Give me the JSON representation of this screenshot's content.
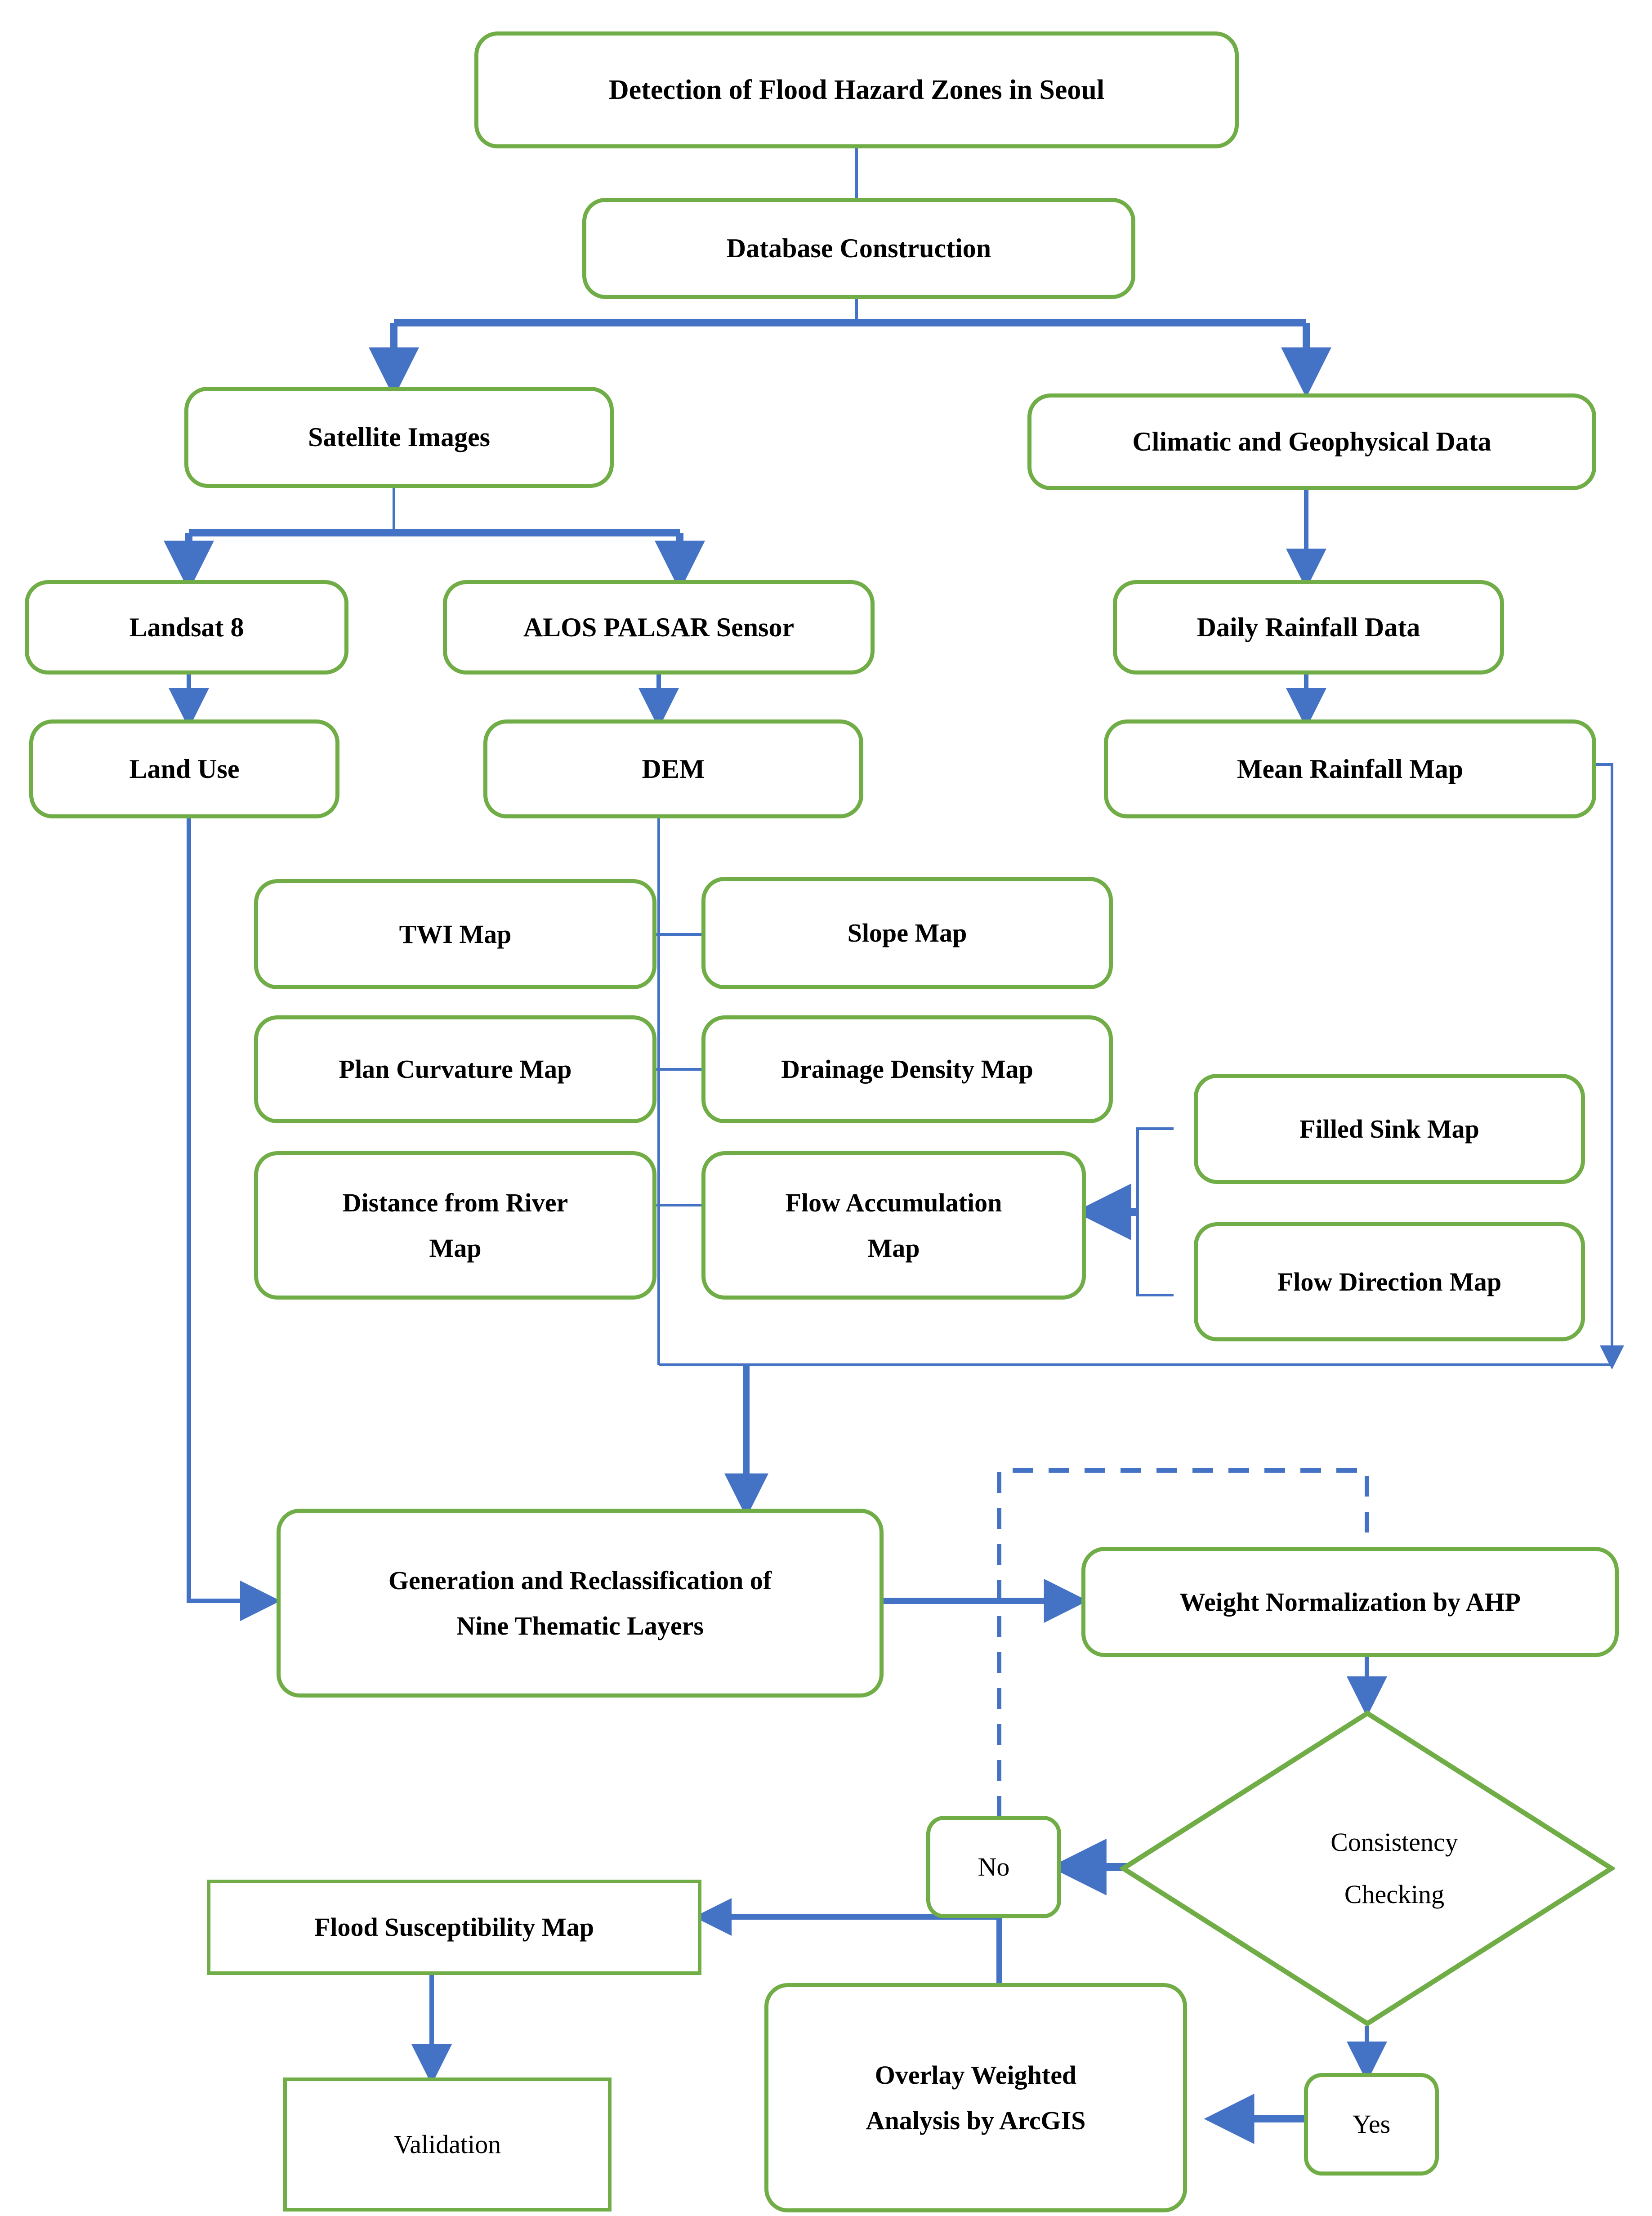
{
  "colors": {
    "node_border": "#70AD47",
    "connector": "#4472C4",
    "text": "#000000",
    "background": "#FFFFFF"
  },
  "diagram": {
    "title": "Detection of Flood Hazard Zones in Seoul",
    "type": "flowchart"
  },
  "nodes": {
    "title_box": "Detection of Flood Hazard Zones in Seoul",
    "database_construction": "Database Construction",
    "satellite_images": "Satellite Images",
    "climatic_geophysical": "Climatic and Geophysical Data",
    "landsat8": "Landsat 8",
    "alos_palsar": "ALOS PALSAR Sensor",
    "daily_rainfall": "Daily Rainfall Data",
    "land_use": "Land Use",
    "dem": "DEM",
    "mean_rainfall": "Mean Rainfall Map",
    "twi_map": "TWI Map",
    "slope_map": "Slope Map",
    "plan_curvature": "Plan Curvature Map",
    "drainage_density": "Drainage Density Map",
    "distance_river": "Distance from River\nMap",
    "flow_accumulation": "Flow Accumulation\nMap",
    "filled_sink": "Filled Sink Map",
    "flow_direction": "Flow Direction Map",
    "generation_reclass": "Generation and Reclassification of\nNine Thematic Layers",
    "weight_normalization": "Weight Normalization by AHP",
    "consistency_checking": "Consistency\nChecking",
    "decision_no": "No",
    "decision_yes": "Yes",
    "overlay_weighted": "Overlay Weighted\nAnalysis by ArcGIS",
    "flood_susceptibility": "Flood Susceptibility Map",
    "validation": "Validation"
  },
  "chart_data": {
    "type": "diagram",
    "title": "Detection of Flood Hazard Zones in Seoul",
    "nodes": [
      {
        "id": "title_box",
        "label": "Detection of Flood Hazard Zones in Seoul",
        "shape": "rounded-rect"
      },
      {
        "id": "database_construction",
        "label": "Database Construction",
        "shape": "rounded-rect"
      },
      {
        "id": "satellite_images",
        "label": "Satellite Images",
        "shape": "rounded-rect"
      },
      {
        "id": "climatic_geophysical",
        "label": "Climatic and Geophysical Data",
        "shape": "rounded-rect"
      },
      {
        "id": "landsat8",
        "label": "Landsat 8",
        "shape": "rounded-rect"
      },
      {
        "id": "alos_palsar",
        "label": "ALOS PALSAR Sensor",
        "shape": "rounded-rect"
      },
      {
        "id": "daily_rainfall",
        "label": "Daily Rainfall Data",
        "shape": "rounded-rect"
      },
      {
        "id": "land_use",
        "label": "Land Use",
        "shape": "rounded-rect"
      },
      {
        "id": "dem",
        "label": "DEM",
        "shape": "rounded-rect"
      },
      {
        "id": "mean_rainfall",
        "label": "Mean Rainfall Map",
        "shape": "rounded-rect"
      },
      {
        "id": "twi_map",
        "label": "TWI Map",
        "shape": "rounded-rect"
      },
      {
        "id": "slope_map",
        "label": "Slope Map",
        "shape": "rounded-rect"
      },
      {
        "id": "plan_curvature",
        "label": "Plan Curvature Map",
        "shape": "rounded-rect"
      },
      {
        "id": "drainage_density",
        "label": "Drainage Density Map",
        "shape": "rounded-rect"
      },
      {
        "id": "distance_river",
        "label": "Distance from River Map",
        "shape": "rounded-rect"
      },
      {
        "id": "flow_accumulation",
        "label": "Flow Accumulation Map",
        "shape": "rounded-rect"
      },
      {
        "id": "filled_sink",
        "label": "Filled Sink Map",
        "shape": "rounded-rect"
      },
      {
        "id": "flow_direction",
        "label": "Flow Direction Map",
        "shape": "rounded-rect"
      },
      {
        "id": "generation_reclass",
        "label": "Generation and Reclassification of Nine Thematic Layers",
        "shape": "rounded-rect"
      },
      {
        "id": "weight_normalization",
        "label": "Weight Normalization by AHP",
        "shape": "rounded-rect"
      },
      {
        "id": "consistency_checking",
        "label": "Consistency Checking",
        "shape": "diamond"
      },
      {
        "id": "decision_no",
        "label": "No",
        "shape": "rounded-rect"
      },
      {
        "id": "decision_yes",
        "label": "Yes",
        "shape": "rounded-rect"
      },
      {
        "id": "overlay_weighted",
        "label": "Overlay Weighted Analysis by ArcGIS",
        "shape": "rounded-rect"
      },
      {
        "id": "flood_susceptibility",
        "label": "Flood Susceptibility Map",
        "shape": "rect"
      },
      {
        "id": "validation",
        "label": "Validation",
        "shape": "rect"
      }
    ],
    "edges": [
      {
        "from": "title_box",
        "to": "database_construction",
        "style": "solid"
      },
      {
        "from": "database_construction",
        "to": "satellite_images",
        "style": "solid"
      },
      {
        "from": "database_construction",
        "to": "climatic_geophysical",
        "style": "solid"
      },
      {
        "from": "satellite_images",
        "to": "landsat8",
        "style": "solid"
      },
      {
        "from": "satellite_images",
        "to": "alos_palsar",
        "style": "solid"
      },
      {
        "from": "climatic_geophysical",
        "to": "daily_rainfall",
        "style": "solid"
      },
      {
        "from": "landsat8",
        "to": "land_use",
        "style": "solid"
      },
      {
        "from": "alos_palsar",
        "to": "dem",
        "style": "solid"
      },
      {
        "from": "daily_rainfall",
        "to": "mean_rainfall",
        "style": "solid"
      },
      {
        "from": "dem",
        "to": "twi_map",
        "style": "solid"
      },
      {
        "from": "dem",
        "to": "slope_map",
        "style": "solid"
      },
      {
        "from": "dem",
        "to": "plan_curvature",
        "style": "solid"
      },
      {
        "from": "dem",
        "to": "drainage_density",
        "style": "solid"
      },
      {
        "from": "dem",
        "to": "distance_river",
        "style": "solid"
      },
      {
        "from": "dem",
        "to": "flow_accumulation",
        "style": "solid"
      },
      {
        "from": "filled_sink",
        "to": "flow_accumulation",
        "style": "solid"
      },
      {
        "from": "flow_direction",
        "to": "flow_accumulation",
        "style": "solid"
      },
      {
        "from": "dem",
        "to": "generation_reclass",
        "style": "solid"
      },
      {
        "from": "land_use",
        "to": "generation_reclass",
        "style": "solid"
      },
      {
        "from": "mean_rainfall",
        "to": "generation_reclass",
        "style": "solid"
      },
      {
        "from": "generation_reclass",
        "to": "weight_normalization",
        "style": "solid"
      },
      {
        "from": "weight_normalization",
        "to": "consistency_checking",
        "style": "solid"
      },
      {
        "from": "consistency_checking",
        "to": "decision_no",
        "style": "solid",
        "label": "No"
      },
      {
        "from": "decision_no",
        "to": "weight_normalization",
        "style": "dashed"
      },
      {
        "from": "consistency_checking",
        "to": "decision_yes",
        "style": "solid",
        "label": "Yes"
      },
      {
        "from": "decision_yes",
        "to": "overlay_weighted",
        "style": "solid"
      },
      {
        "from": "overlay_weighted",
        "to": "flood_susceptibility",
        "style": "solid"
      },
      {
        "from": "flood_susceptibility",
        "to": "validation",
        "style": "solid"
      }
    ]
  }
}
